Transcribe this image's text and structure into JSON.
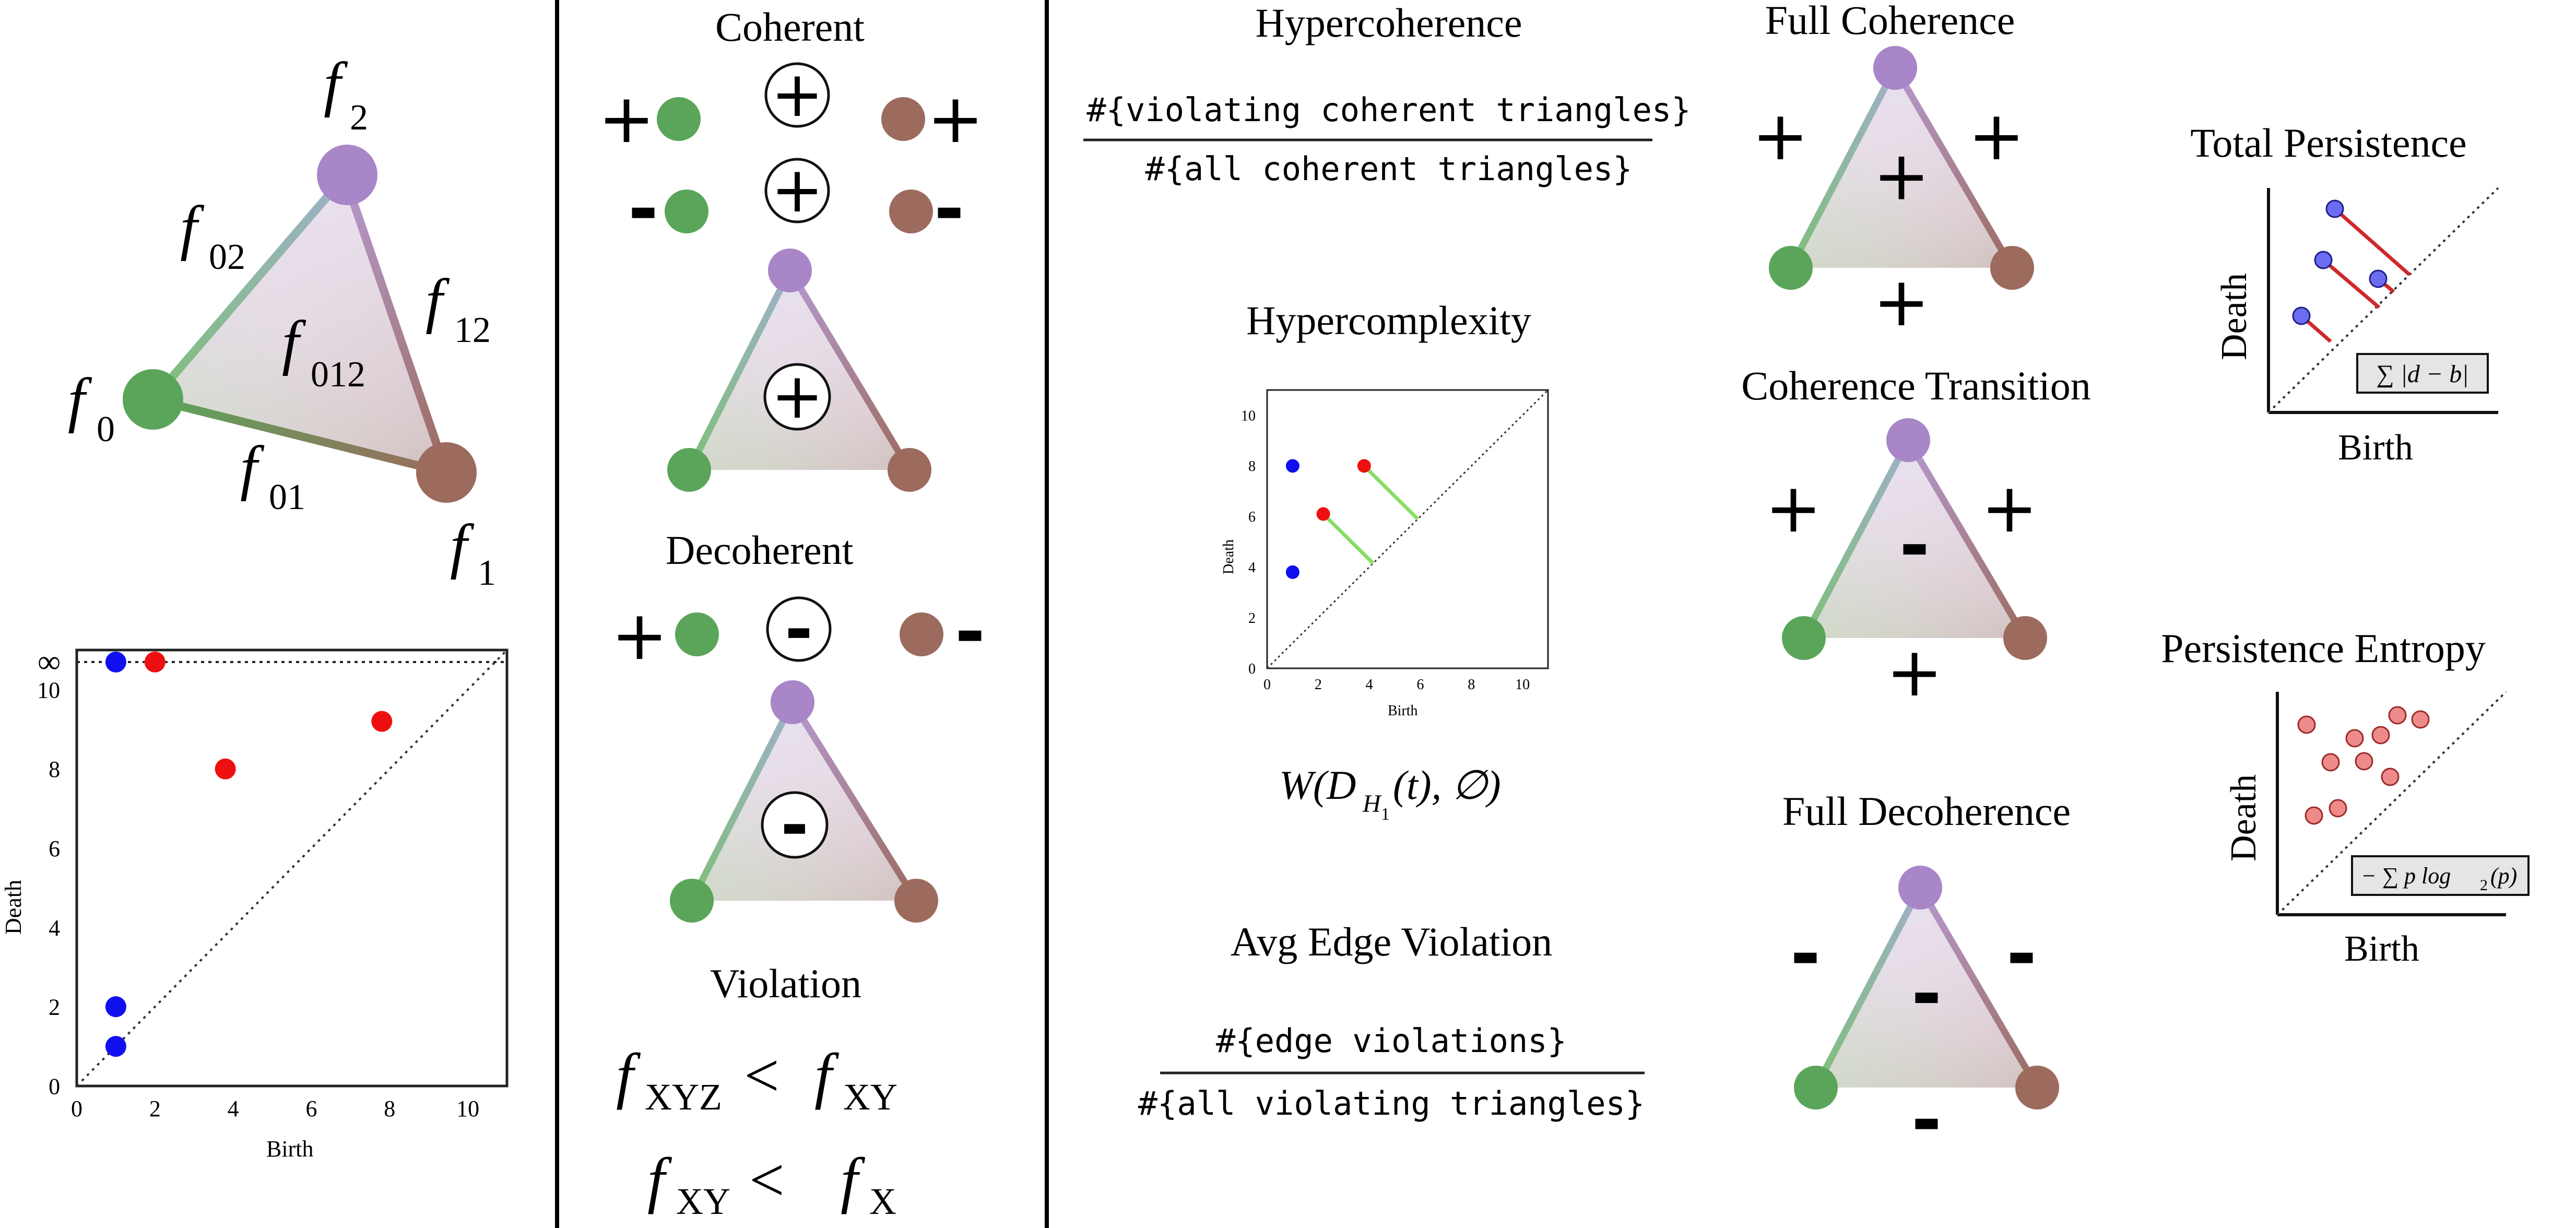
{
  "panel_left": {
    "simplex": {
      "vertex_labels": {
        "v0": "f",
        "v0_sub": "0",
        "v1": "f",
        "v1_sub": "1",
        "v2": "f",
        "v2_sub": "2"
      },
      "edge_labels": {
        "e01": "f",
        "e01_sub": "01",
        "e02": "f",
        "e02_sub": "02",
        "e12": "f",
        "e12_sub": "12"
      },
      "face_label": "f",
      "face_sub": "012"
    },
    "chart_data": {
      "type": "scatter",
      "xlabel": "Birth",
      "ylabel": "Death",
      "xlim": [
        0,
        11
      ],
      "ylim": [
        0,
        11
      ],
      "x_ticks": [
        "0",
        "2",
        "4",
        "6",
        "8",
        "10"
      ],
      "y_ticks": [
        "0",
        "2",
        "4",
        "6",
        "8",
        "10"
      ],
      "infinity_label": "∞",
      "series": [
        {
          "color": "#1010ee",
          "points": [
            [
              1,
              1
            ],
            [
              1,
              2
            ],
            [
              1,
              "∞"
            ]
          ]
        },
        {
          "color": "#ee1010",
          "points": [
            [
              2,
              "∞"
            ],
            [
              3.8,
              8
            ],
            [
              7.8,
              9.2
            ]
          ]
        }
      ]
    }
  },
  "panel_middle": {
    "coherent_title": "Coherent",
    "coherent_edge1": {
      "left": "+",
      "middle": "+",
      "right": "+"
    },
    "coherent_edge2": {
      "left": "-",
      "middle": "+",
      "right": "-"
    },
    "coherent_face": "+",
    "decoherent_title": "Decoherent",
    "decoherent_edge": {
      "left": "+",
      "middle": "-",
      "right": "-"
    },
    "decoherent_face": "-",
    "violation_title": "Violation",
    "violation_line1": {
      "lhs": "f",
      "lhs_sub": "XYZ",
      "op": "<",
      "rhs": "f",
      "rhs_sub": "XY"
    },
    "violation_line2": {
      "lhs": "f",
      "lhs_sub": "XY",
      "op": "<",
      "rhs": "f",
      "rhs_sub": "X"
    }
  },
  "panel_metrics": {
    "hypercoherence": {
      "title": "Hypercoherence",
      "numerator": "#{violating coherent triangles}",
      "denominator": "#{all coherent triangles}"
    },
    "hypercomplexity": {
      "title": "Hypercomplexity",
      "formula": "W(D",
      "formula_sub": "H",
      "formula_subsub": "1",
      "formula_tail": "(t), ∅)",
      "chart_data": {
        "type": "scatter",
        "xlabel": "Birth",
        "ylabel": "Death",
        "xlim": [
          0,
          11
        ],
        "ylim": [
          0,
          11
        ],
        "x_ticks": [
          "0",
          "2",
          "4",
          "6",
          "8",
          "10"
        ],
        "y_ticks": [
          "0",
          "2",
          "4",
          "6",
          "8",
          "10"
        ],
        "series": [
          {
            "color": "#1010ee",
            "points": [
              [
                1,
                8
              ],
              [
                1,
                3.8
              ]
            ]
          },
          {
            "color": "#ee1010",
            "points": [
              [
                2.2,
                6.1
              ],
              [
                3.8,
                8
              ]
            ]
          }
        ],
        "distance_color": "#88dd66"
      }
    },
    "avg_edge_violation": {
      "title": "Avg Edge Violation",
      "numerator": "#{edge violations}",
      "denominator": "#{all violating triangles}"
    }
  },
  "panel_cases": {
    "full_coherence": {
      "title": "Full Coherence",
      "e02": "+",
      "e12": "+",
      "e01": "+",
      "face": "+"
    },
    "coherence_transition": {
      "title": "Coherence Transition",
      "e02": "+",
      "e12": "+",
      "e01": "+",
      "face": "-"
    },
    "full_decoherence": {
      "title": "Full Decoherence",
      "e02": "-",
      "e12": "-",
      "e01": "-",
      "face": "-"
    }
  },
  "panel_right": {
    "total_persistence": {
      "title": "Total Persistence",
      "xlabel": "Birth",
      "ylabel": "Death",
      "formula": "∑ |d − b|"
    },
    "persistence_entropy": {
      "title": "Persistence Entropy",
      "xlabel": "Birth",
      "ylabel": "Death",
      "formula": "− ∑ p log",
      "formula_sub": "2",
      "formula_tail": "(p)"
    }
  },
  "colors": {
    "v0": "#5aa55a",
    "v1": "#9c6b5e",
    "v2": "#a886c8",
    "divider": "#000000"
  }
}
